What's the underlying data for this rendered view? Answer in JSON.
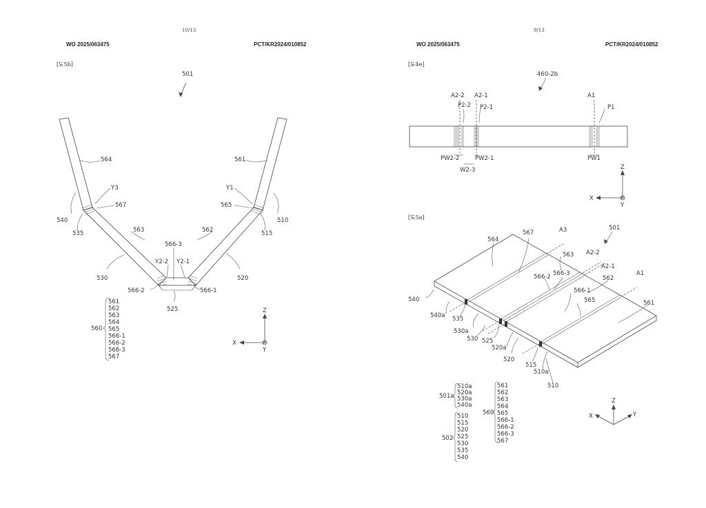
{
  "left_page": {
    "page_number": "10/13",
    "pub_number": "WO 2025/063475",
    "app_number": "PCT/KR2024/010852",
    "figure_label": "[도5b]",
    "labels": {
      "l501": "501",
      "l564": "564",
      "l561": "561",
      "lY3": "Y3",
      "lY1": "Y1",
      "l567": "567",
      "l565": "565",
      "l540": "540",
      "l510": "510",
      "l535": "535",
      "l515": "515",
      "l563": "563",
      "l562": "562",
      "l566_3": "566-3",
      "lY2_2": "Y2-2",
      "lY2_1": "Y2-1",
      "l530": "530",
      "l520": "520",
      "l566_2": "566-2",
      "l566_1": "566-1",
      "l525": "525",
      "l560": "560",
      "axZ": "Z",
      "axX": "X",
      "axY": "Y"
    },
    "group_560": [
      "561",
      "562",
      "563",
      "564",
      "565",
      "566-1",
      "566-2",
      "566-3",
      "567"
    ]
  },
  "right_page": {
    "page_number": "9/13",
    "pub_number": "WO 2025/063475",
    "app_number": "PCT/KR2024/010852",
    "figure_label_top": "[도4e]",
    "figure_label_bottom": "[도5a]",
    "top_labels": {
      "t460": "460-2b",
      "tA2_2": "A2-2",
      "tA2_1": "A2-1",
      "tA1": "A1",
      "tP2_2": "P2-2",
      "tP2_1": "P2-1",
      "tP1": "P1",
      "tPW2_2": "PW2-2",
      "tPW2_1": "PW2-1",
      "tPW1": "PW1",
      "tW2_3": "W2-3",
      "axZ": "Z",
      "axX": "X",
      "axY": "Y"
    },
    "bottom_labels": {
      "b501": "501",
      "b567": "567",
      "bA3": "A3",
      "b564": "564",
      "b563": "563",
      "bA2_2": "A2-2",
      "bA2_1": "A2-1",
      "b566_2": "566-2",
      "b566_3": "566-3",
      "b562": "562",
      "bA1": "A1",
      "b566_1": "566-1",
      "b565": "565",
      "b540": "540",
      "b561": "561",
      "b540a": "540a",
      "b535": "535",
      "b530a": "530a",
      "b530": "530",
      "b525": "525",
      "b520a": "520a",
      "b520": "520",
      "b515": "515",
      "b510a": "510a",
      "b510": "510",
      "b501a": "501a",
      "b502": "502",
      "b560": "560",
      "axZ": "Z",
      "axX": "X",
      "axY": "Y"
    },
    "group_501a": [
      "510a",
      "520a",
      "530a",
      "540a"
    ],
    "group_502": [
      "510",
      "515",
      "520",
      "525",
      "530",
      "535",
      "540"
    ],
    "group_560": [
      "561",
      "562",
      "563",
      "564",
      "565",
      "566-1",
      "566-2",
      "566-3",
      "567"
    ]
  }
}
